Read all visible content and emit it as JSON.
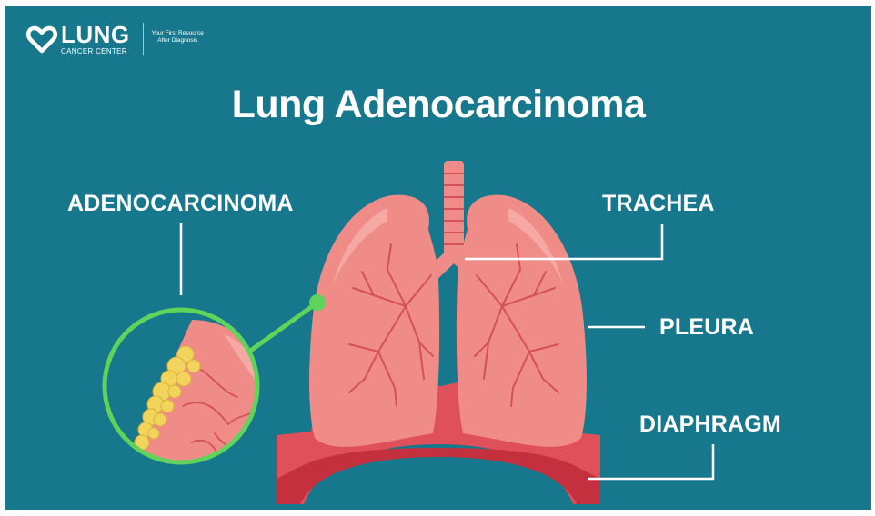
{
  "brand": {
    "name": "LUNG",
    "subname": "CANCER CENTER",
    "tagline_line1": "Your First Resource",
    "tagline_line2": "After Diagnosis"
  },
  "title": "Lung Adenocarcinoma",
  "labels": {
    "adenocarcinoma": "ADENOCARCINOMA",
    "trachea": "TRACHEA",
    "pleura": "PLEURA",
    "diaphragm": "DIAPHRAGM"
  },
  "colors": {
    "background": "#17778c",
    "lung": "#f08c88",
    "lung_light": "#f6a9a4",
    "vessel": "#d4505a",
    "diaphragm": "#e0505b",
    "diaphragm_dark": "#c4303e",
    "magnifier_ring": "#5fd35a",
    "tumor": "#f2d45c"
  }
}
